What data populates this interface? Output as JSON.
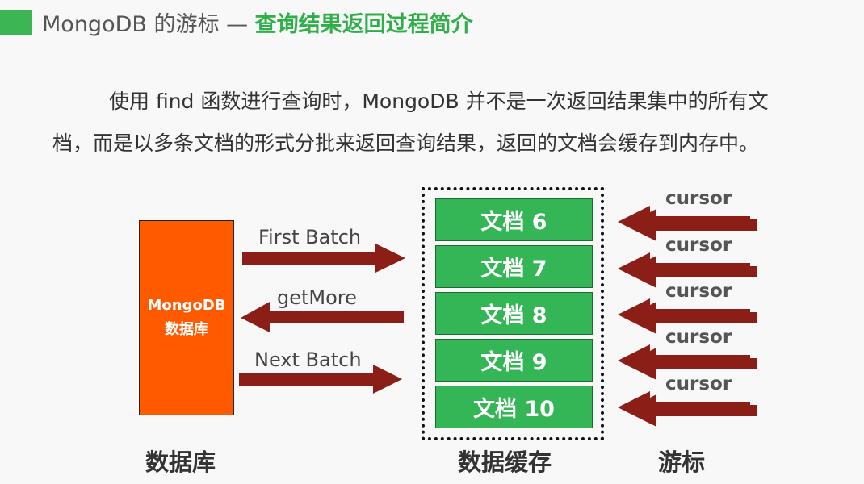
{
  "title": {
    "prefix": "MongoDB 的游标 — ",
    "highlight": "查询结果返回过程简介"
  },
  "paragraph": {
    "line1": "使用 find 函数进行查询时，MongoDB 并不是一次返回结果集中的所有文",
    "line2": "档，而是以多条文档的形式分批来返回查询结果，返回的文档会缓存到内存中。"
  },
  "database": {
    "line1": "MongoDB",
    "line2": "数据库"
  },
  "arrows": {
    "first": "First Batch",
    "more": "getMore",
    "next": "Next Batch"
  },
  "docs": [
    "文档 6",
    "文档 7",
    "文档 8",
    "文档 9",
    "文档 10"
  ],
  "cursor_label": "cursor",
  "footer": {
    "db": "数据库",
    "cache": "数据缓存",
    "cursor": "游标"
  },
  "colors": {
    "green": "#34b556",
    "orange": "#ff5a00",
    "arrow": "#8b1e16"
  }
}
